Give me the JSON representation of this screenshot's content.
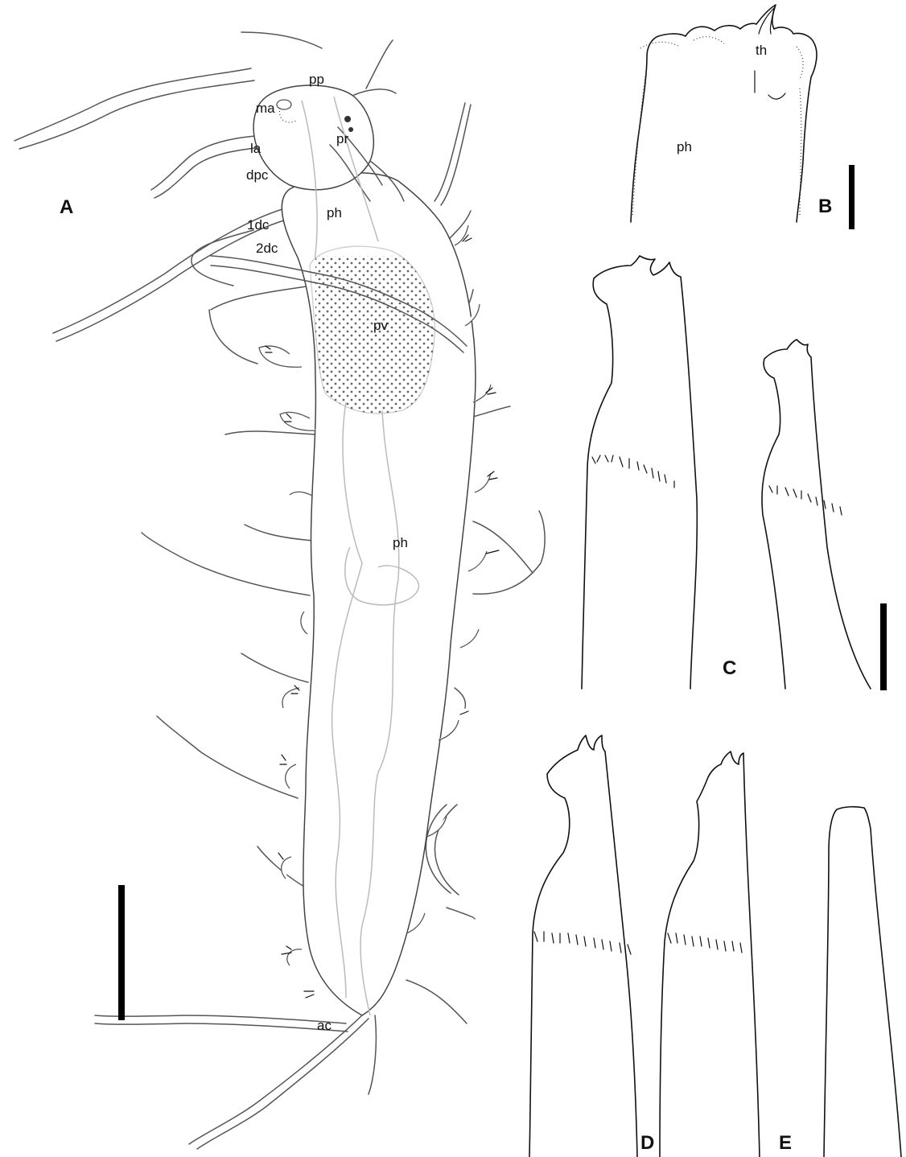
{
  "panels": {
    "a": "A",
    "b": "B",
    "c": "C",
    "d": "D",
    "e": "E"
  },
  "labels": {
    "pp": "pp",
    "ma": "ma",
    "pr": "pr",
    "la": "la",
    "dpc": "dpc",
    "ph_anterior": "ph",
    "dc1": "1dc",
    "dc2": "2dc",
    "pv": "pv",
    "ph_posterior": "ph",
    "ac": "ac",
    "th": "th",
    "ph_b": "ph"
  }
}
